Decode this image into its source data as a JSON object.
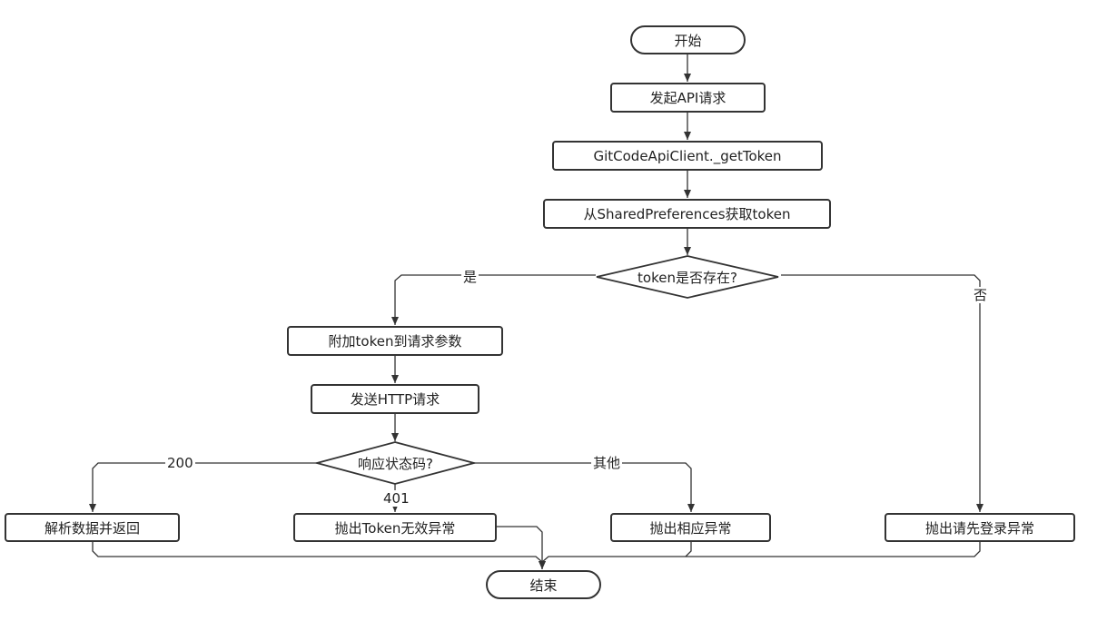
{
  "nodes": {
    "start": "开始",
    "send_api": "发起API请求",
    "get_token_fn": "GitCodeApiClient._getToken",
    "read_prefs": "从SharedPreferences获取token",
    "token_exists": "token是否存在?",
    "attach_token": "附加token到请求参数",
    "send_http": "发送HTTP请求",
    "status_code": "响应状态码?",
    "parse_return": "解析数据并返回",
    "throw_token_invalid": "抛出Token无效异常",
    "throw_other": "抛出相应异常",
    "throw_login": "抛出请先登录异常",
    "end": "结束"
  },
  "edges": {
    "yes": "是",
    "no": "否",
    "code_200": "200",
    "code_401": "401",
    "other": "其他"
  },
  "colors": {
    "stroke": "#333333",
    "text": "#222222",
    "background": "#ffffff"
  }
}
